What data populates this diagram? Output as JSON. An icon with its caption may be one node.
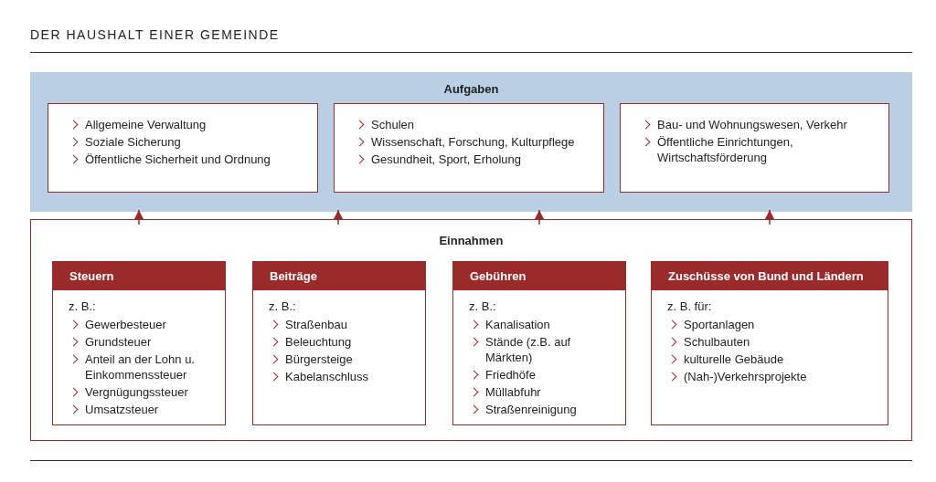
{
  "diagram": {
    "title": "DER HAUSHALT EINER GEMEINDE",
    "nodes": [
      {
        "text": [
          "Aufgaben"
        ]
      },
      {
        "text": [
          "Allgemeine Verwaltung",
          "Soziale Sicherung",
          "Öffentliche Sicherheit und Ordnung"
        ],
        "in": 0
      },
      {
        "text": [
          "Schulen",
          "Wissenschaft, Forschung, Kulturpflege",
          "Gesundheit, Sport, Erholung"
        ],
        "in": 0
      },
      {
        "text": [
          "Bau- und Wohnungswesen, Verkehr",
          "Öffentliche Einrichtungen, Wirtschaftsförderung"
        ],
        "in": 0
      },
      {
        "text": [
          "Einnahmen"
        ]
      },
      {
        "text": [
          "Steuern",
          "z. B.:",
          "Gewerbesteuer",
          "Grundsteuer",
          "Anteil an der Lohn u. Einkommenssteuer",
          "Vergnügungssteuer",
          "Umsatzsteuer"
        ],
        "in": 4
      },
      {
        "text": [
          "Beiträge",
          "z. B.:",
          "Straßenbau",
          "Beleuchtung",
          "Bürgersteige",
          "Kabelanschluss"
        ],
        "in": 4
      },
      {
        "text": [
          "Gebühren",
          "z. B.:",
          "Kanalisation",
          "Stände (z.B. auf Märkten)",
          "Friedhöfe",
          "Müllabfuhr",
          "Straßenreinigung"
        ],
        "in": 4
      },
      {
        "text": [
          "Zuschüsse von Bund und Ländern",
          "z. B. für:",
          "Sportanlagen",
          "Schulbauten",
          "kulturelle Gebäude",
          "(Nah-)Verkehrsprojekte"
        ],
        "in": 4
      }
    ],
    "edges": [
      {
        "from": 4,
        "to": 0,
        "arrow": "to"
      },
      {
        "from": 4,
        "to": 0,
        "arrow": "to"
      },
      {
        "from": 4,
        "to": 0,
        "arrow": "to"
      },
      {
        "from": 4,
        "to": 0,
        "arrow": "to"
      }
    ]
  }
}
